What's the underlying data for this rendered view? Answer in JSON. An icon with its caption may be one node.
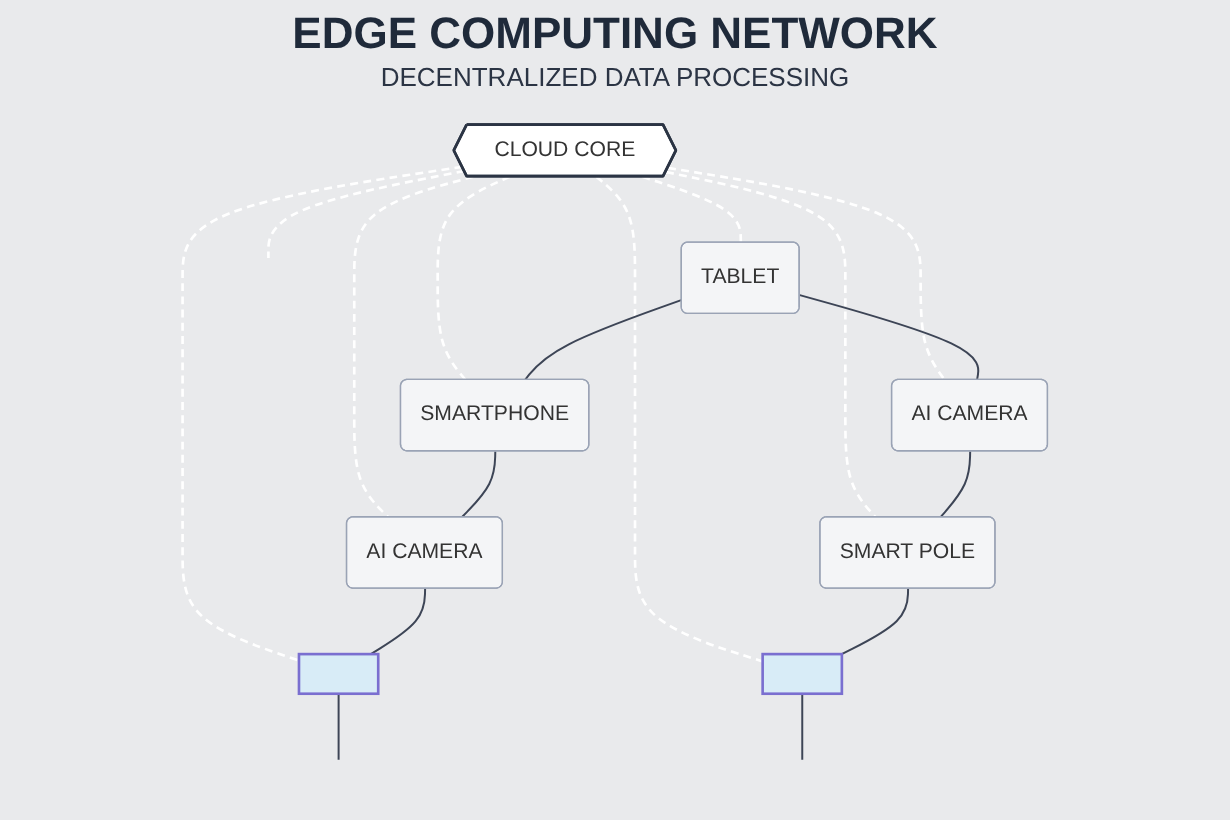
{
  "diagram": {
    "title": "EDGE COMPUTING NETWORK",
    "nodes": [
      {
        "text": [
          "TABLET"
        ]
      },
      {
        "text": [
          "SMARTPHONE"
        ]
      },
      {
        "text": [
          "AI CAMERA"
        ]
      },
      {
        "text": [
          "AI CAMERA"
        ]
      },
      {
        "text": [
          "CLOUD CORE"
        ]
      },
      {
        "text": [
          "SMART POLE"
        ]
      },
      {
        "text": [],
        "shape": "picture"
      },
      {
        "text": [],
        "shape": "picture"
      }
    ],
    "edges": [
      {
        "from": 4,
        "to": 0,
        "arrow": "none",
        "style": "dashed",
        "color": "#ffffff"
      },
      {
        "from": 4,
        "to": 1,
        "arrow": "none",
        "style": "dashed",
        "color": "#ffffff"
      },
      {
        "from": 4,
        "to": 2,
        "arrow": "none",
        "style": "dashed",
        "color": "#ffffff"
      },
      {
        "from": 4,
        "to": 3,
        "arrow": "none",
        "style": "dashed",
        "color": "#ffffff"
      },
      {
        "from": 4,
        "to": 5,
        "arrow": "none",
        "style": "dashed",
        "color": "#ffffff"
      },
      {
        "from": 4,
        "to": 6,
        "arrow": "none",
        "style": "dashed",
        "color": "#ffffff"
      },
      {
        "from": 4,
        "to": 7,
        "arrow": "none",
        "style": "dashed",
        "color": "#ffffff"
      },
      {
        "from": 4,
        "to": null,
        "arrow": "none",
        "style": "dashed",
        "color": "#ffffff"
      },
      {
        "from": 0,
        "to": 1,
        "arrow": "none",
        "color": "#3d4556"
      },
      {
        "from": 0,
        "to": 2,
        "arrow": "none",
        "color": "#3d4556"
      },
      {
        "from": 1,
        "to": 3,
        "arrow": "none",
        "color": "#3d4556"
      },
      {
        "from": 2,
        "to": 5,
        "arrow": "none",
        "color": "#3d4556"
      },
      {
        "from": 3,
        "to": 6,
        "arrow": "none",
        "color": "#3d4556"
      },
      {
        "from": 5,
        "to": 7,
        "arrow": "none",
        "color": "#3d4556"
      },
      {
        "from": 6,
        "to": null,
        "arrow": "none",
        "color": "#3d4556"
      },
      {
        "from": 7,
        "to": null,
        "arrow": "none",
        "color": "#3d4556"
      }
    ],
    "labels": [
      "DECENTRALIZED DATA PROCESSING"
    ]
  }
}
